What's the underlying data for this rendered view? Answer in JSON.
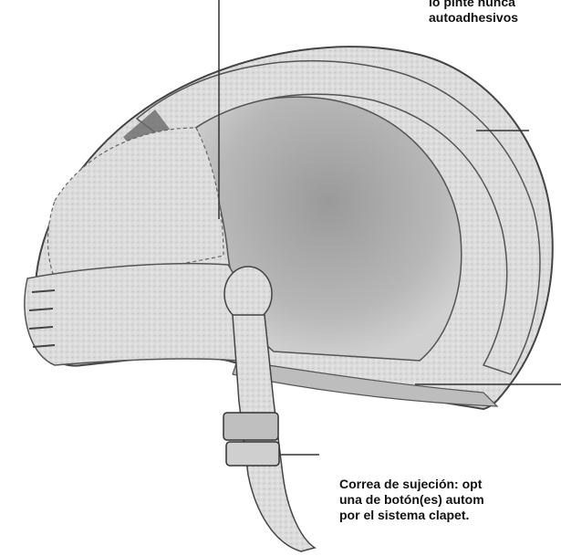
{
  "colors": {
    "background": "#ffffff",
    "shell_fill": "#d9d9d9",
    "shell_shade": "#b5b5b5",
    "inner_dark": "#8d8d8d",
    "ink": "#111111",
    "leader": "#333333"
  },
  "icons": [
    "helmet-illustration",
    "chin-strap",
    "buckle"
  ],
  "top_note": {
    "line1": "lo pinte nunca",
    "line2": "autoadhesivos"
  },
  "strap_note": {
    "line1": "Correa de sujeción: opt",
    "line2": "una de botón(es) autom",
    "line3": "por el sistema clapet."
  }
}
